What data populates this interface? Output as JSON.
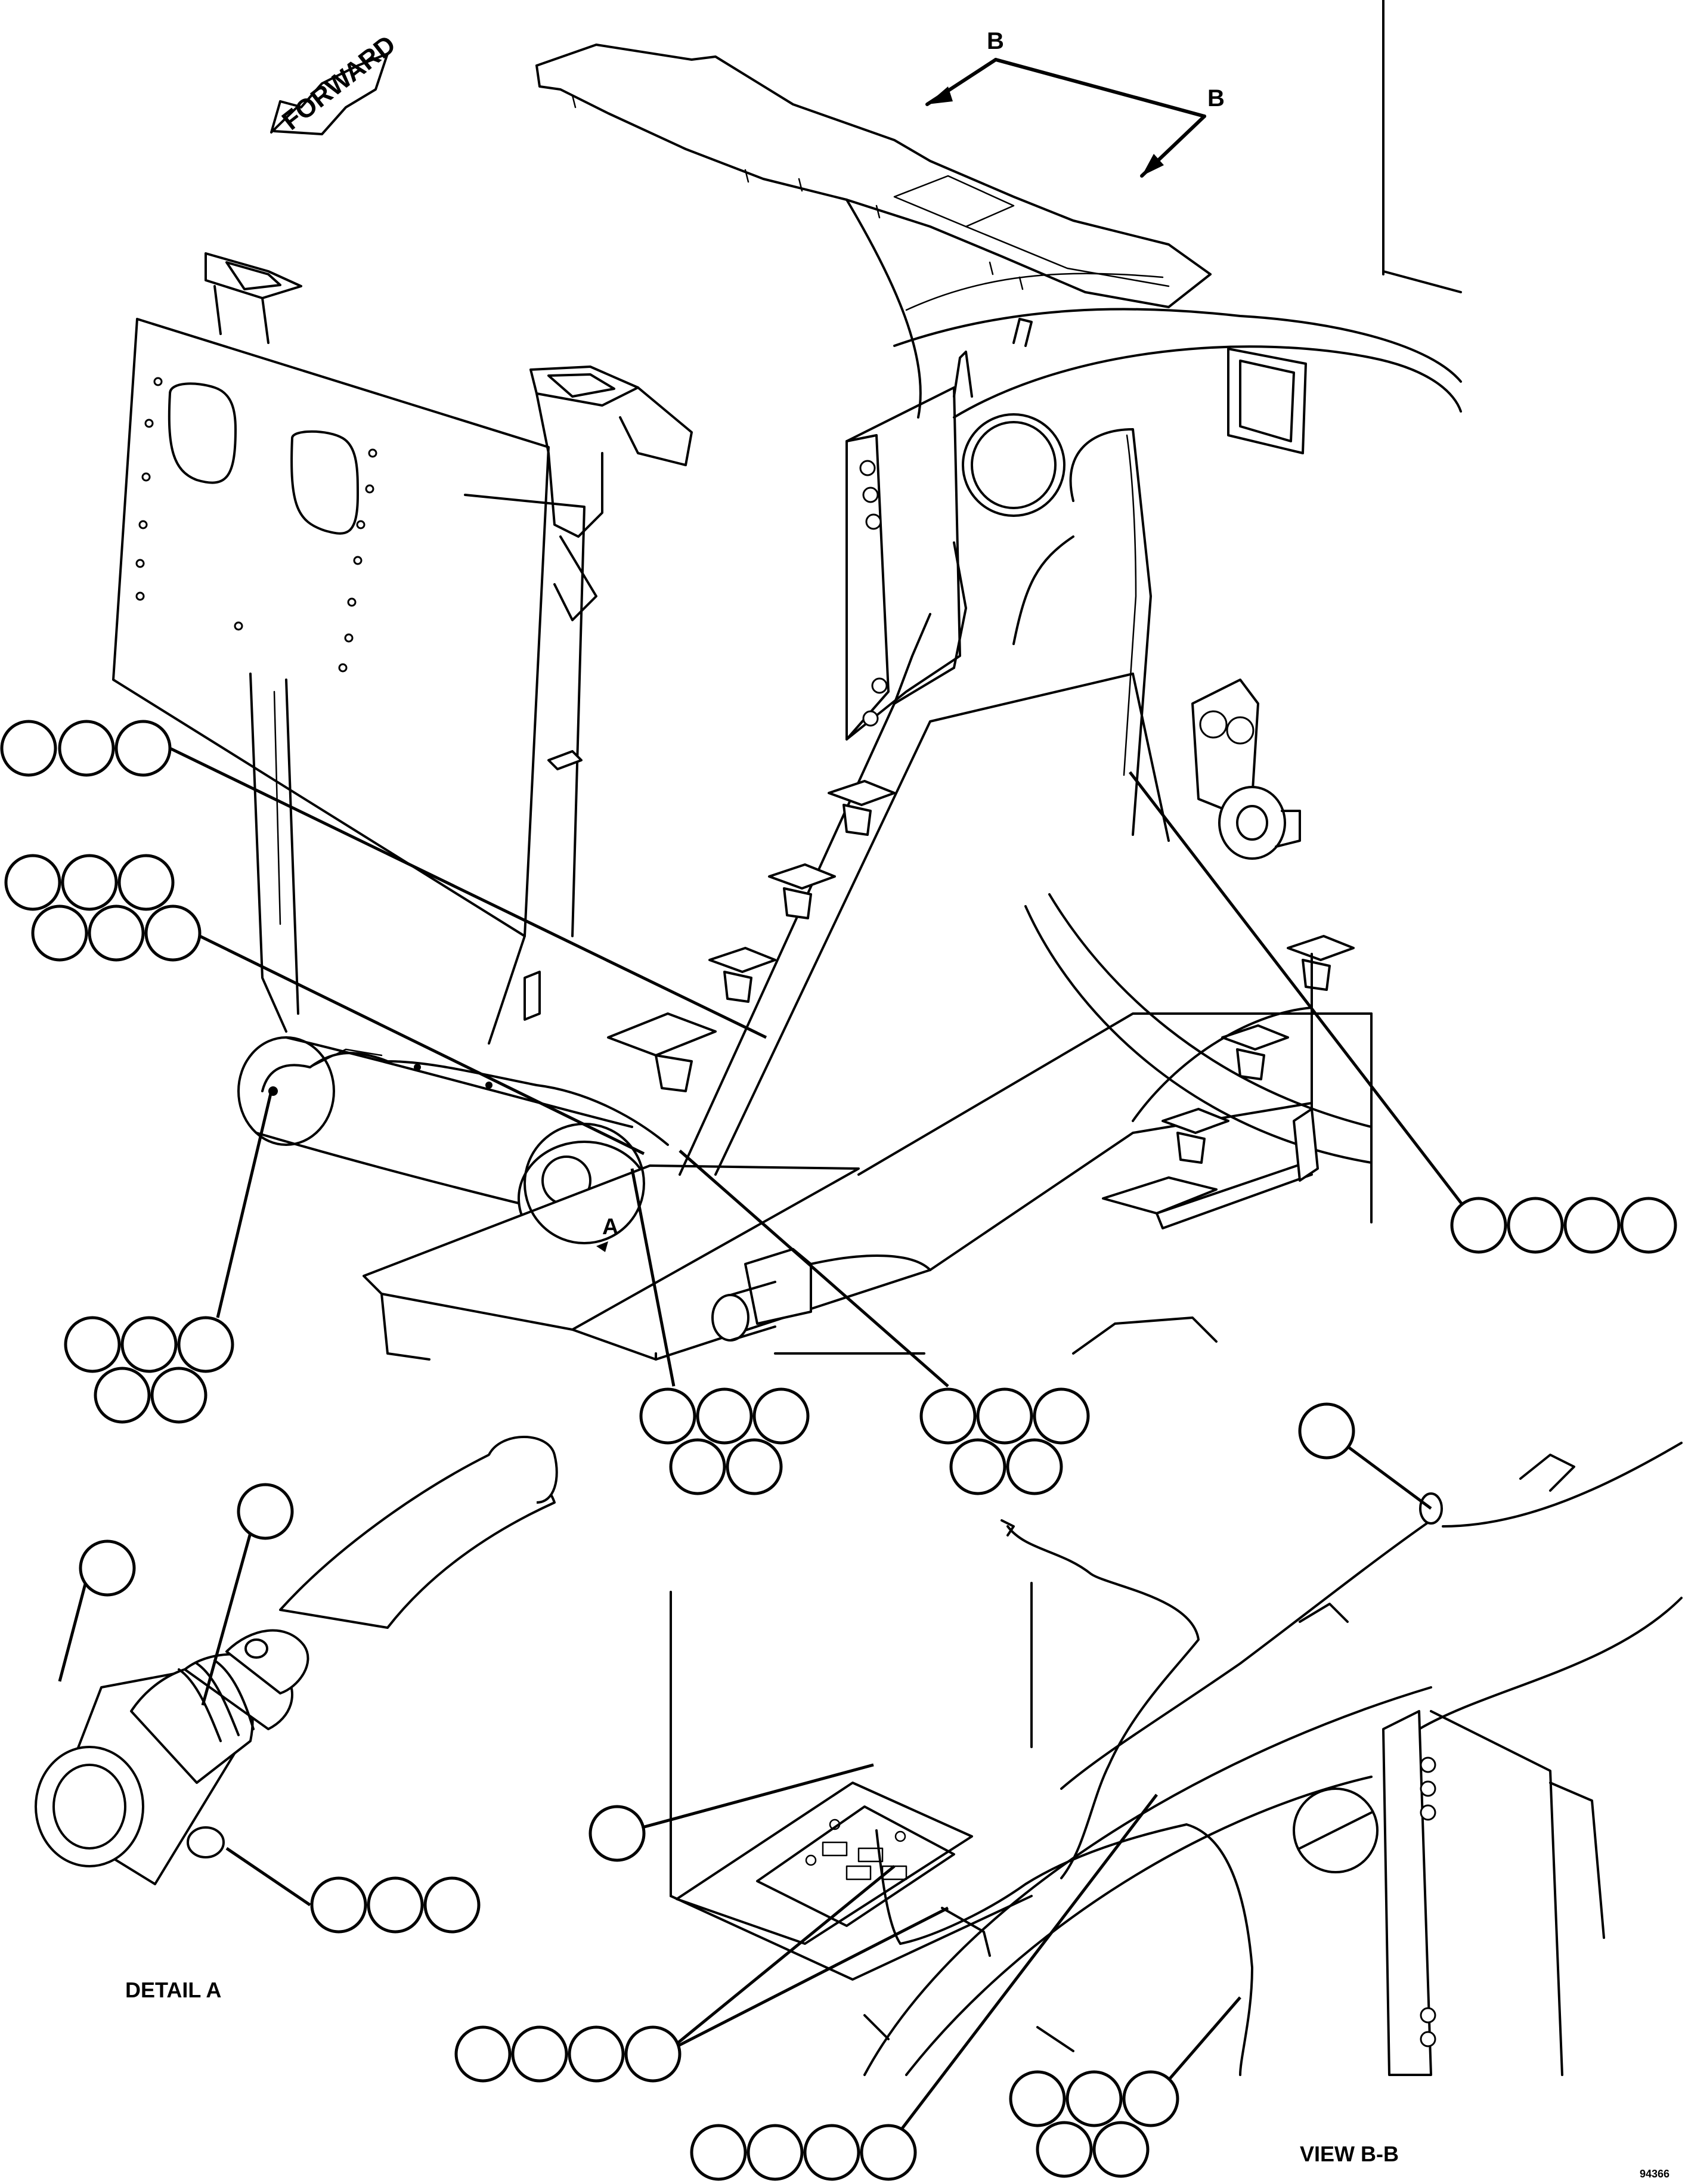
{
  "drawing": {
    "forward_label": "FORWARD",
    "section_marker": "B",
    "section_marker_2": "B",
    "detail_marker": "A",
    "detail_caption": "DETAIL A",
    "view_caption": "VIEW B-B",
    "drawing_number": "94366"
  },
  "callout_groups": [
    {
      "id": "g1",
      "bubbles": 3
    },
    {
      "id": "g2",
      "bubbles": 6
    },
    {
      "id": "g3",
      "bubbles": 5
    },
    {
      "id": "g4",
      "bubbles": 5
    },
    {
      "id": "g5",
      "bubbles": 5
    },
    {
      "id": "g6",
      "bubbles": 4
    },
    {
      "id": "g7",
      "bubbles": 1
    },
    {
      "id": "g8",
      "bubbles": 1
    },
    {
      "id": "g9",
      "bubbles": 1
    },
    {
      "id": "g10",
      "bubbles": 3
    },
    {
      "id": "g11",
      "bubbles": 1
    },
    {
      "id": "g12",
      "bubbles": 4
    },
    {
      "id": "g13",
      "bubbles": 4
    },
    {
      "id": "g14",
      "bubbles": 5
    }
  ]
}
